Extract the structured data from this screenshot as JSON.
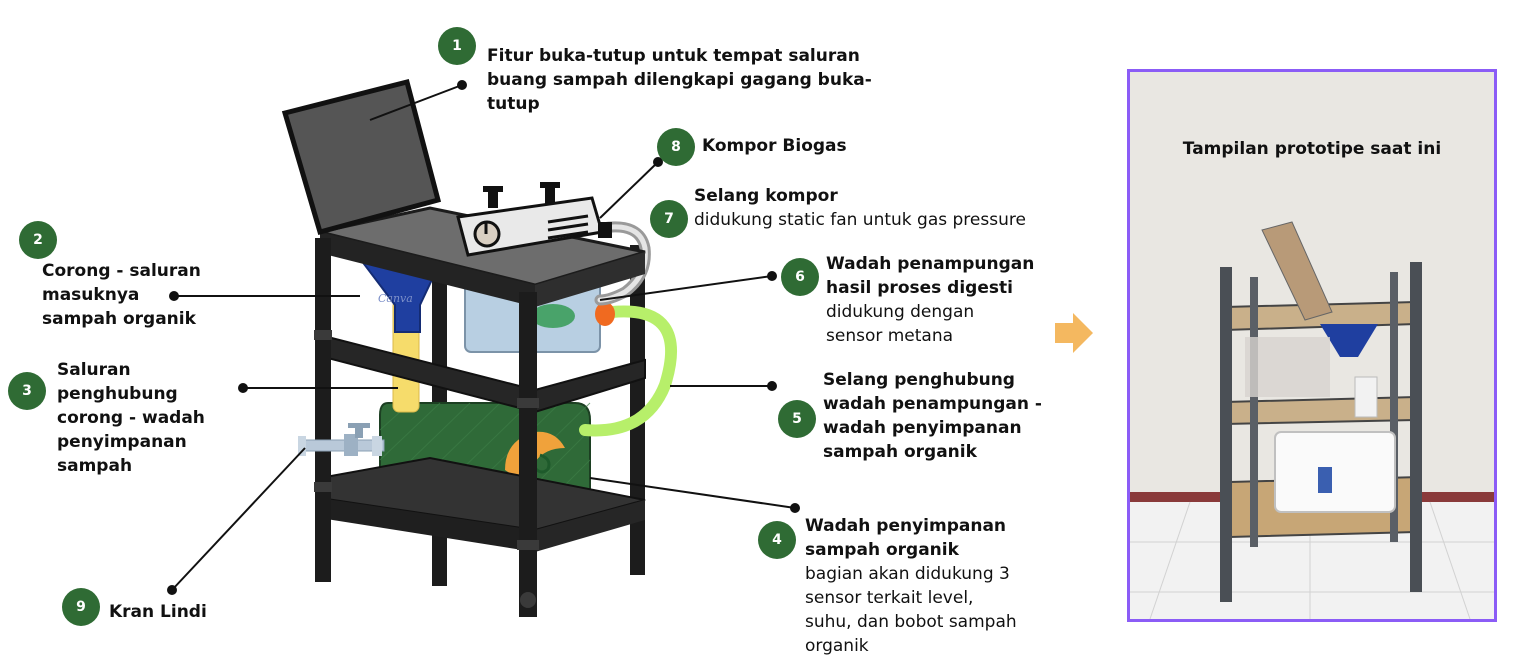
{
  "colors": {
    "badge": "#2f6b34",
    "frame": "#111111",
    "funnel": "#1f3fa0",
    "pipe_yellow": "#f6dc6b",
    "hose_green": "#b7ef6a",
    "tank_green": "#2f6a38",
    "container_blue": "#b8cfe2",
    "photo_border": "#8b5cf6",
    "arrow": "#f4b860"
  },
  "labels": [
    {
      "num": "1",
      "title_lines": [
        "Fitur buka-tutup untuk tempat saluran",
        "buang sampah dilengkapi gagang buka-",
        "tutup"
      ],
      "desc_lines": []
    },
    {
      "num": "2",
      "title_lines": [
        "Corong - saluran",
        "masuknya",
        "sampah organik"
      ],
      "desc_lines": []
    },
    {
      "num": "3",
      "title_lines": [
        "Saluran",
        "penghubung",
        "corong - wadah",
        "penyimpanan",
        "sampah"
      ],
      "desc_lines": []
    },
    {
      "num": "4",
      "title_lines": [
        "Wadah penyimpanan",
        "sampah organik"
      ],
      "desc_lines": [
        "bagian akan didukung 3",
        "sensor terkait level,",
        "suhu, dan bobot sampah",
        "organik"
      ]
    },
    {
      "num": "5",
      "title_lines": [
        "Selang penghubung",
        "wadah penampungan -",
        "wadah penyimpanan",
        "sampah organik"
      ],
      "desc_lines": []
    },
    {
      "num": "6",
      "title_lines": [
        "Wadah penampungan",
        "hasil proses digesti"
      ],
      "desc_lines": [
        "didukung dengan",
        "sensor metana"
      ]
    },
    {
      "num": "7",
      "title_lines": [
        "Selang kompor"
      ],
      "desc_lines": [
        "didukung static fan untuk gas pressure"
      ]
    },
    {
      "num": "8",
      "title_lines": [
        "Kompor Biogas"
      ],
      "desc_lines": []
    },
    {
      "num": "9",
      "title_lines": [
        "Kran Lindi"
      ],
      "desc_lines": []
    }
  ],
  "illustration": {
    "funnel_watermark": "Canva"
  },
  "photo": {
    "caption": "Tampilan prototipe saat ini"
  }
}
